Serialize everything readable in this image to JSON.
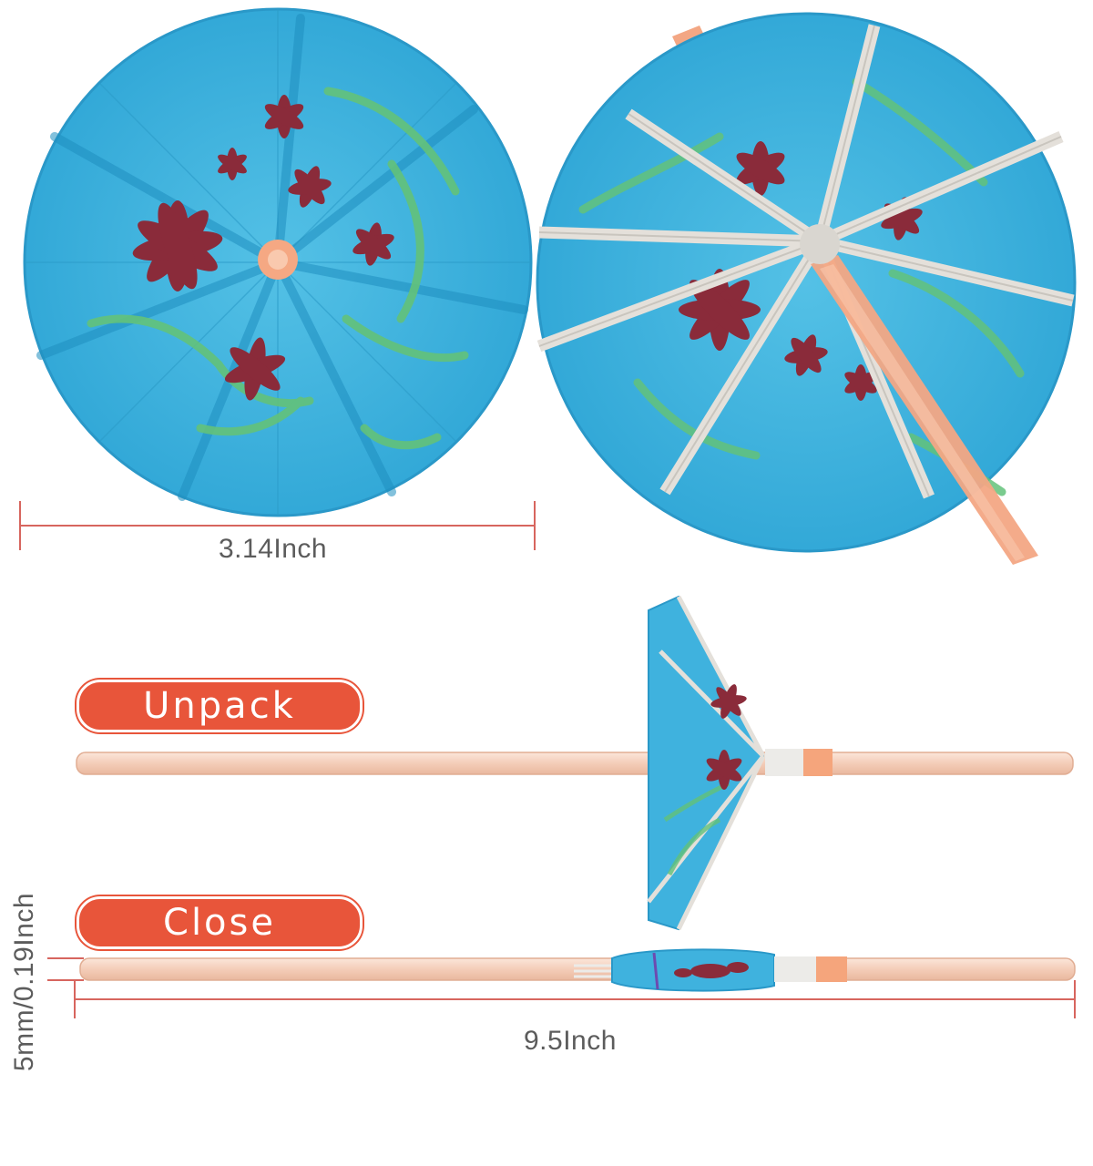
{
  "labels": {
    "diameter": "3.14Inch",
    "unpack": "Unpack",
    "close": "Close",
    "thickness": "5mm/0.19Inch",
    "length": "9.5Inch"
  },
  "colors": {
    "paper": "#3fb2de",
    "pill": "#e8553a",
    "straw": "#f6d2bf",
    "flower": "#8a2b3a",
    "leaf": "#63c27a"
  }
}
